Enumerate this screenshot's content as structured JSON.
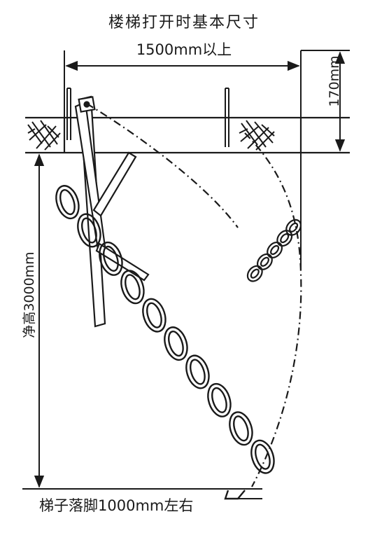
{
  "title": "楼梯打开时基本尺寸",
  "dimensions": {
    "opening_width": "1500mm以上",
    "ceiling_gap": "170mm",
    "clear_height": "净高3000mm",
    "footprint": "梯子落脚1000mm左右"
  },
  "colors": {
    "line": "#1a1a1a",
    "background": "#ffffff"
  }
}
